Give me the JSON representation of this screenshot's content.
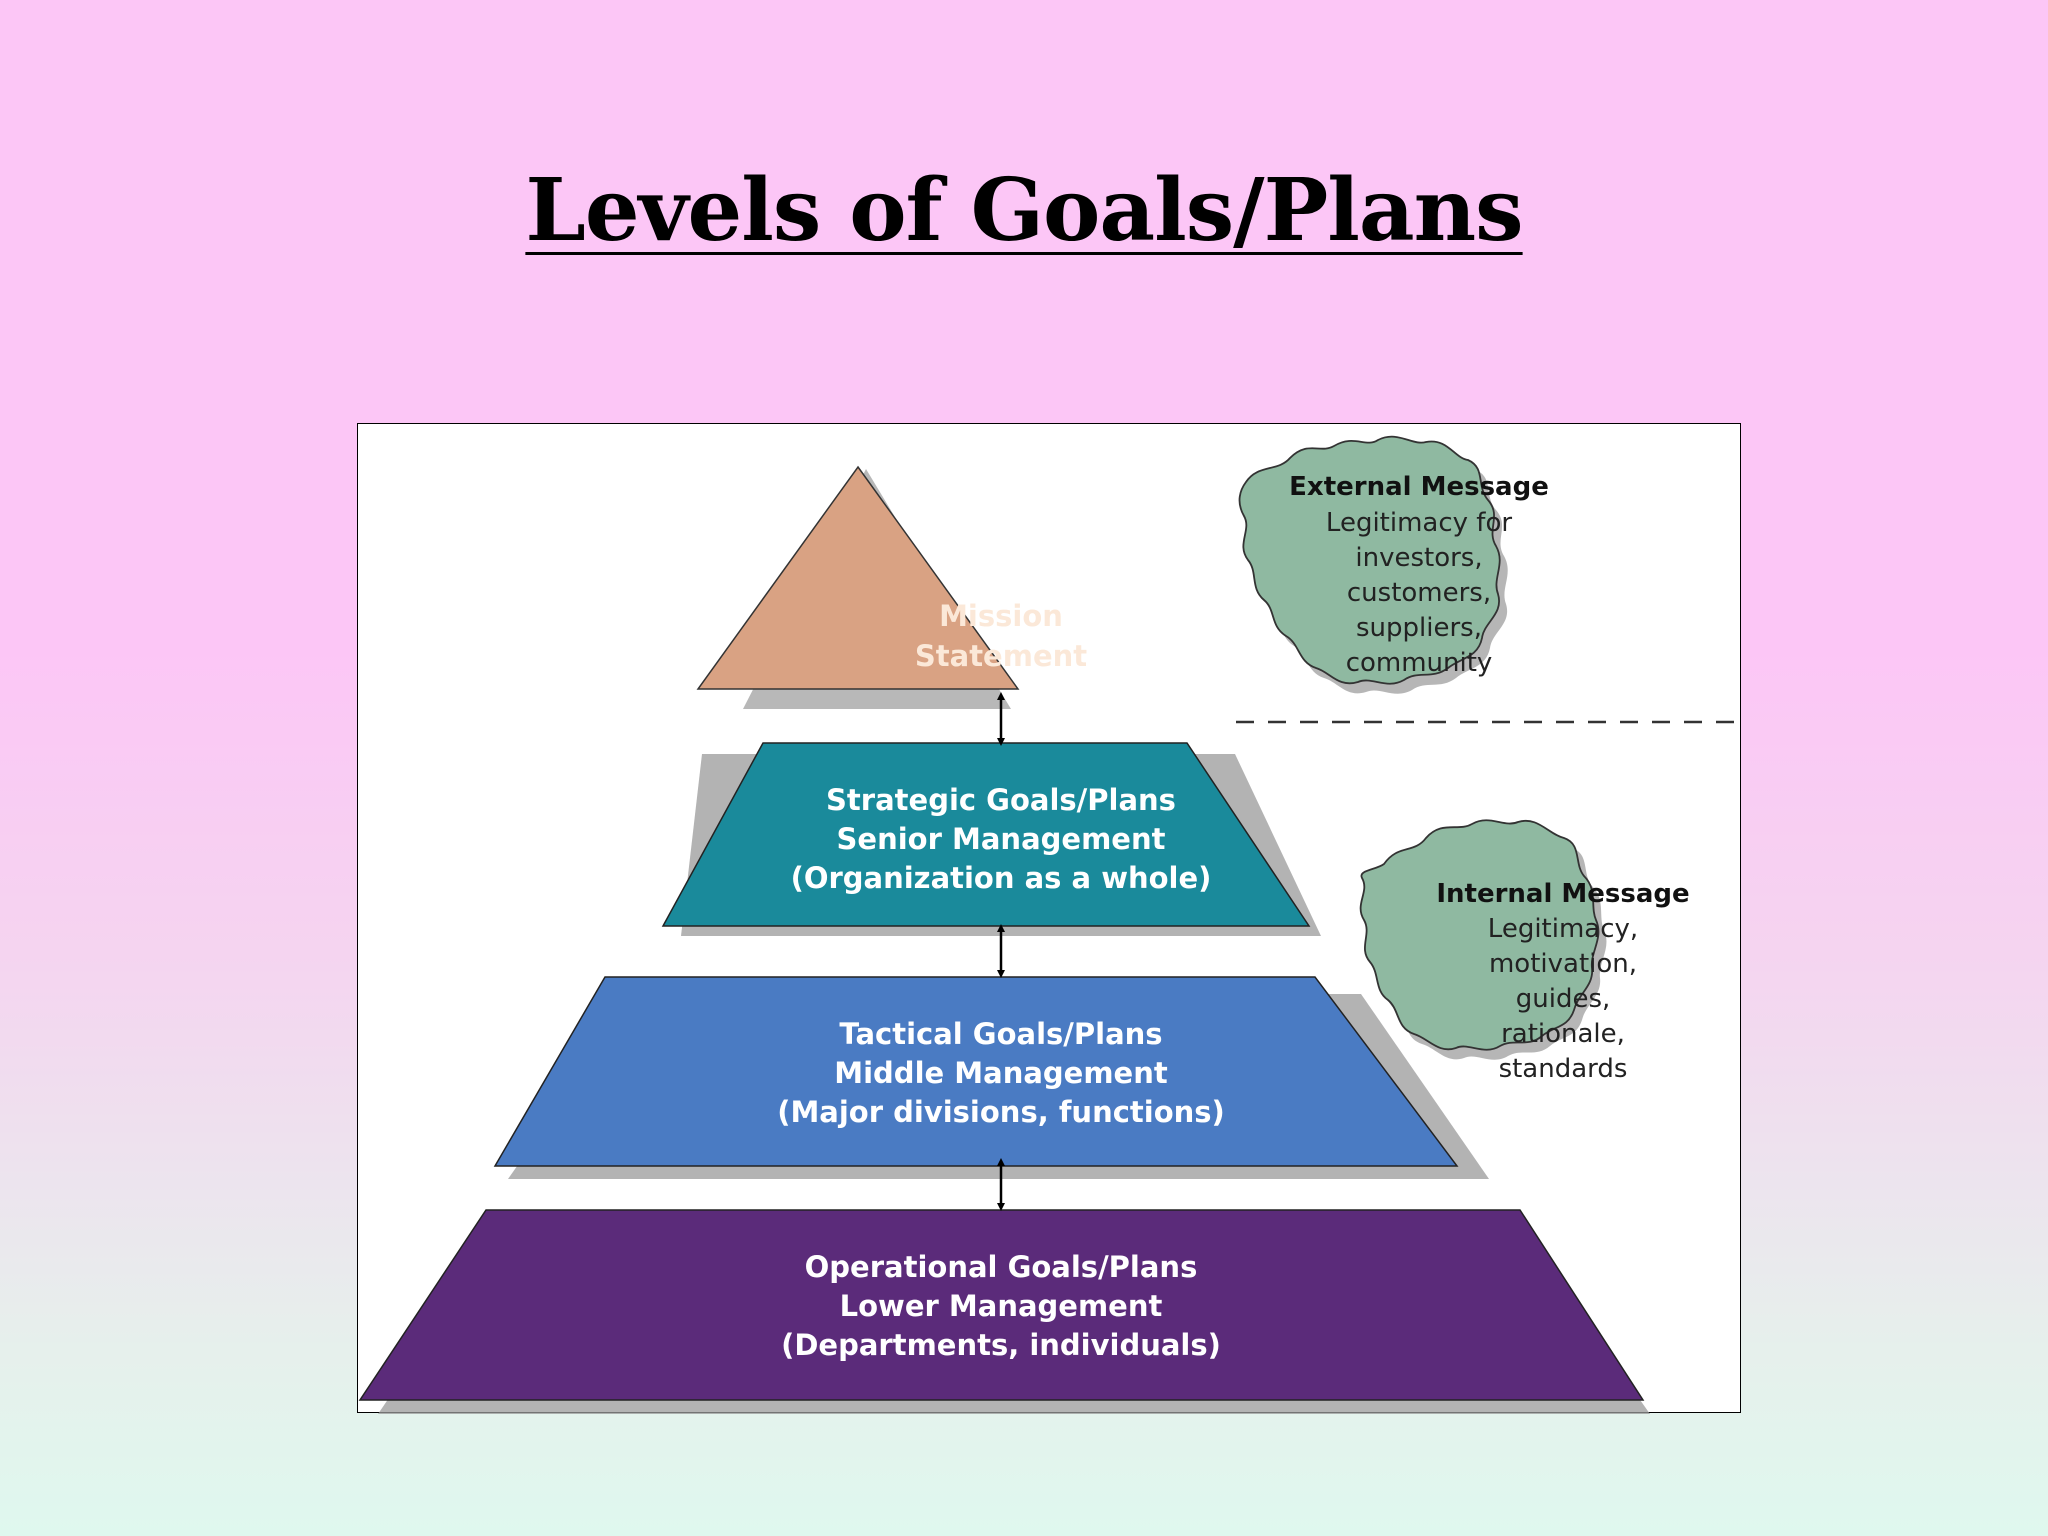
{
  "title": "Levels  of  Goals/Plans",
  "levels": {
    "mission": {
      "lines": [
        "Mission",
        "Statement"
      ],
      "color": "#d9a283"
    },
    "strategic": {
      "lines": [
        "Strategic Goals/Plans",
        "Senior Management",
        "(Organization as a whole)"
      ],
      "color": "#1a8a9b"
    },
    "tactical": {
      "lines": [
        "Tactical Goals/Plans",
        "Middle Management",
        "(Major divisions, functions)"
      ],
      "color": "#4a7bc3"
    },
    "operational": {
      "lines": [
        "Operational Goals/Plans",
        "Lower Management",
        "(Departments, individuals)"
      ],
      "color": "#5b2b7a"
    }
  },
  "messages": {
    "external": {
      "title": "External Message",
      "lines": [
        "Legitimacy for",
        "investors,",
        "customers,",
        "suppliers,",
        "community"
      ]
    },
    "internal": {
      "title": "Internal Message",
      "lines": [
        "Legitimacy,",
        "motivation,",
        "guides,",
        "rationale,",
        "standards"
      ]
    }
  },
  "cloud_color": "#8fb9a1"
}
